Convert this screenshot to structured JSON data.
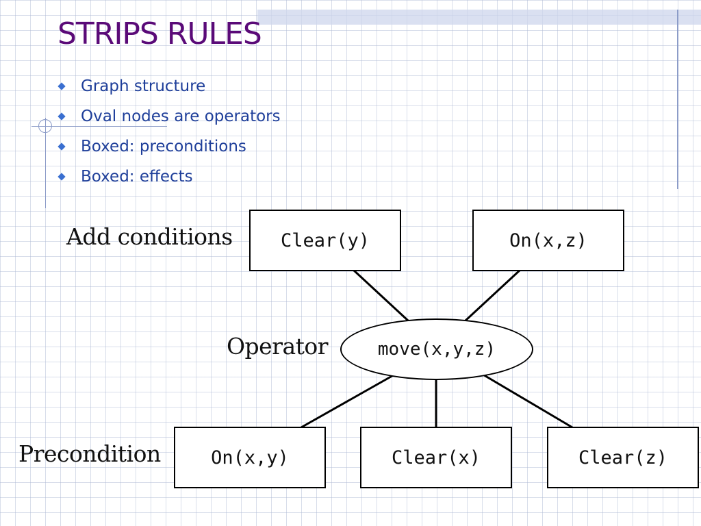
{
  "slide": {
    "title": "STRIPS RULES",
    "bullets": [
      "Graph structure",
      "Oval nodes are operators",
      "Boxed: preconditions",
      "Boxed: effects"
    ]
  },
  "diagram": {
    "labels": {
      "add_conditions": "Add conditions",
      "operator": "Operator",
      "precondition": "Precondition"
    },
    "nodes": {
      "add_clear_y": "Clear(y)",
      "add_on_xz": "On(x,z)",
      "operator": "move(x,y,z)",
      "pre_on_xy": "On(x,y)",
      "pre_clear_x": "Clear(x)",
      "pre_clear_z": "Clear(z)"
    }
  },
  "colors": {
    "title": "#5a0a78",
    "bullet_text": "#1f3f9a",
    "bullet_icon": "#3a6fd0"
  }
}
